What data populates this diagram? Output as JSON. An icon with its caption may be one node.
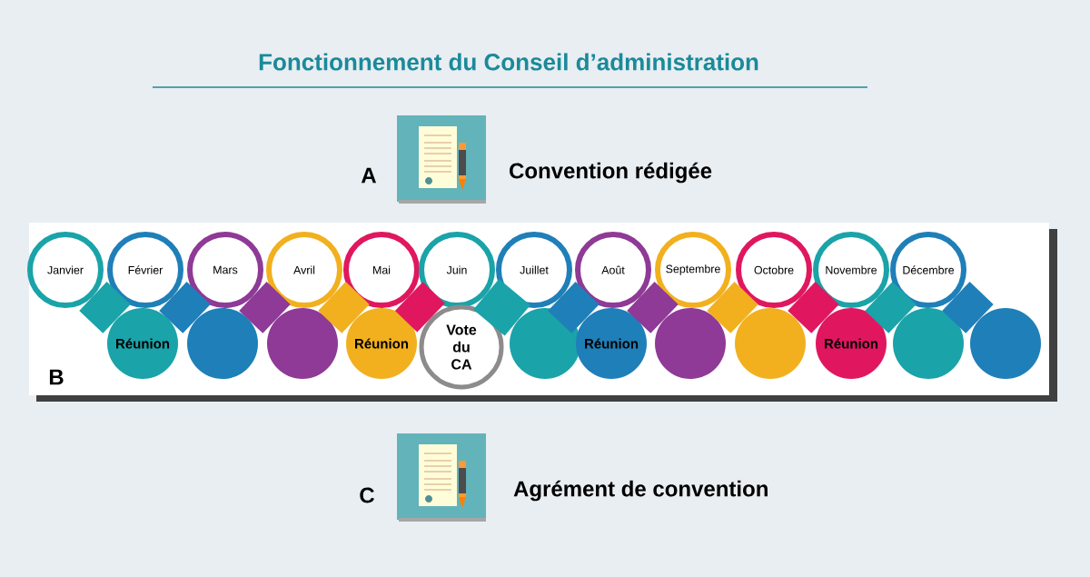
{
  "diagram": {
    "title": "Fonctionnement du Conseil d’administration",
    "nodes": [
      {
        "text": [
          "Janvier"
        ]
      },
      {
        "text": [
          "Février"
        ]
      },
      {
        "text": [
          "Mars"
        ]
      },
      {
        "text": [
          "Avril"
        ]
      },
      {
        "text": [
          "Mai"
        ]
      },
      {
        "text": [
          "Juin"
        ]
      },
      {
        "text": [
          "Juillet"
        ]
      },
      {
        "text": [
          "Août"
        ]
      },
      {
        "text": [
          "Septembre"
        ]
      },
      {
        "text": [
          "Octobre"
        ]
      },
      {
        "text": [
          "Novembre"
        ]
      },
      {
        "text": [
          "Décembre"
        ]
      },
      {
        "text": [
          "Réunion"
        ]
      },
      {
        "text": [],
        "shape": "circle"
      },
      {
        "text": [],
        "shape": "circle"
      },
      {
        "text": [
          "Réunion"
        ]
      },
      {
        "text": [
          "Vote du CA"
        ]
      },
      {
        "text": [],
        "shape": "circle"
      },
      {
        "text": [
          "Réunion"
        ]
      },
      {
        "text": [],
        "shape": "circle"
      },
      {
        "text": [],
        "shape": "circle"
      },
      {
        "text": [
          "Réunion"
        ]
      },
      {
        "text": [],
        "shape": "circle"
      },
      {
        "text": [],
        "shape": "circle"
      }
    ],
    "edges": [
      {
        "from": 0,
        "to": 12,
        "arrow": "none",
        "color": "#1aa3a8"
      },
      {
        "from": 1,
        "to": 13,
        "arrow": "none",
        "color": "#1f7fb8"
      },
      {
        "from": 2,
        "to": 14,
        "arrow": "none",
        "color": "#8e3a96"
      },
      {
        "from": 3,
        "to": 15,
        "arrow": "none",
        "color": "#f2b01e"
      },
      {
        "from": 4,
        "to": 16,
        "arrow": "none",
        "color": "#e0175f"
      },
      {
        "from": 5,
        "to": 17,
        "arrow": "none",
        "color": "#1aa3a8"
      },
      {
        "from": 6,
        "to": 18,
        "arrow": "none",
        "color": "#1f7fb8"
      },
      {
        "from": 7,
        "to": 19,
        "arrow": "none",
        "color": "#8e3a96"
      },
      {
        "from": 8,
        "to": 20,
        "arrow": "none",
        "color": "#f2b01e"
      },
      {
        "from": 9,
        "to": 21,
        "arrow": "none",
        "color": "#e0175f"
      },
      {
        "from": 10,
        "to": 22,
        "arrow": "none",
        "color": "#1aa3a8"
      },
      {
        "from": 11,
        "to": 23,
        "arrow": "none",
        "color": "#1f7fb8"
      }
    ],
    "labels": [
      "A",
      "Convention rédigée",
      "B",
      "C",
      "Agrément de convention"
    ]
  }
}
